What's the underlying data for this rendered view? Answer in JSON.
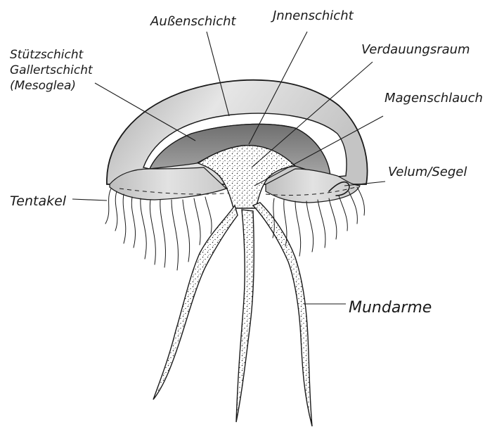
{
  "diagram": {
    "labels": {
      "aussenschicht": "Außenschicht",
      "innenschicht": "Jnnenschicht",
      "verdauungsraum": "Verdauungsraum",
      "magenschlauch": "Magenschlauch",
      "velum": "Velum/Segel",
      "tentakel": "Tentakel",
      "mundarme": "Mundarme",
      "stuetzschicht": {
        "line1": "Stützschicht",
        "line2": "Gallertschicht",
        "line3": "(Mesoglea)"
      }
    }
  }
}
